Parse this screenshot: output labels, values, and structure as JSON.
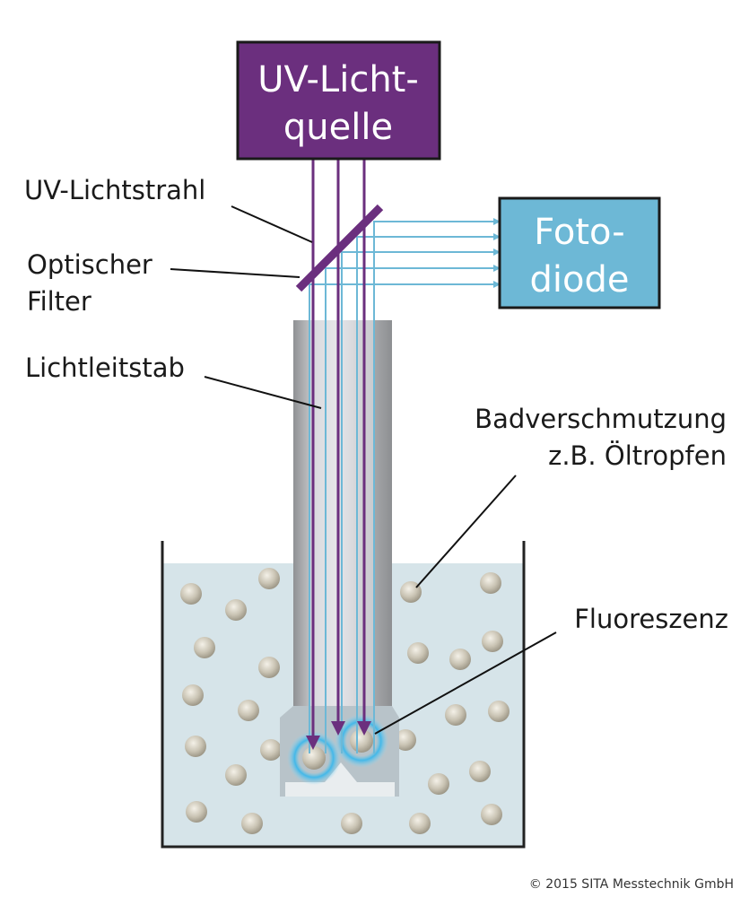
{
  "source_box": {
    "line1": "UV-Licht-",
    "line2": "quelle",
    "color": "#6b2f7e"
  },
  "detector_box": {
    "line1": "Foto-",
    "line2": "diode",
    "color": "#6db8d6"
  },
  "labels": {
    "beam": "UV-Lichtstrahl",
    "filter_line1": "Optischer",
    "filter_line2": "Filter",
    "rod": "Lichtleitstab",
    "contamination_line1": "Badverschmutzung",
    "contamination_line2": "z.B. Öltropfen",
    "fluorescence": "Fluoreszenz"
  },
  "copyright": "©  2015 SITA Messtechnik GmbH",
  "colors": {
    "uv_light": "#6b2f7e",
    "fluorescent_light": "#6db8d6",
    "liquid": "#d6e4e9"
  }
}
